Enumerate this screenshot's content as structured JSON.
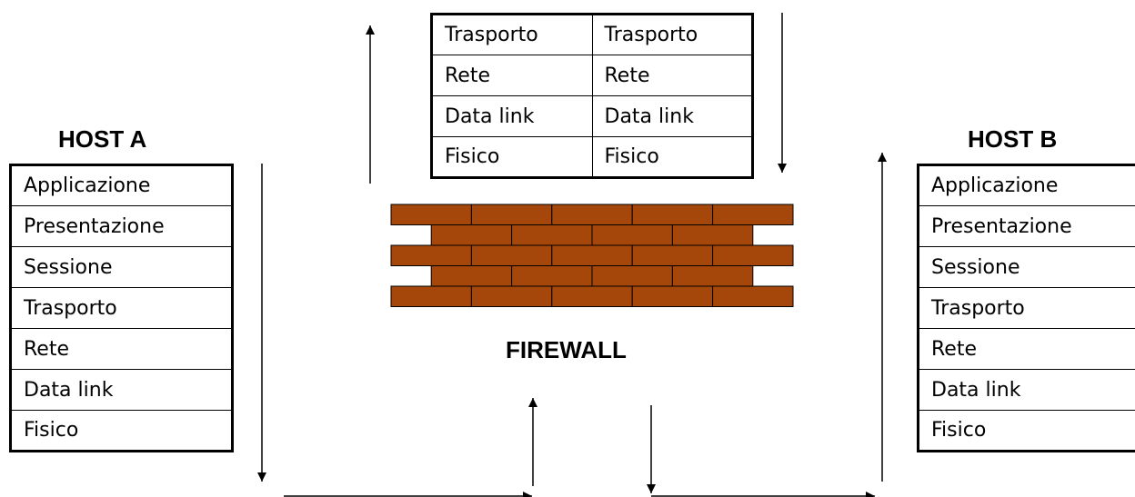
{
  "host_a": {
    "title": "HOST A",
    "layers": [
      "Applicazione",
      "Presentazione",
      "Sessione",
      "Trasporto",
      "Rete",
      "Data link",
      "Fisico"
    ]
  },
  "host_b": {
    "title": "HOST B",
    "layers": [
      "Applicazione",
      "Presentazione",
      "Sessione",
      "Trasporto",
      "Rete",
      "Data link",
      "Fisico"
    ]
  },
  "firewall": {
    "label": "FIREWALL",
    "stack_rows": [
      [
        "Trasporto",
        "Trasporto"
      ],
      [
        "Rete",
        "Rete"
      ],
      [
        "Data link",
        "Data link"
      ],
      [
        "Fisico",
        "Fisico"
      ]
    ],
    "brick_color": "#a5460a"
  }
}
